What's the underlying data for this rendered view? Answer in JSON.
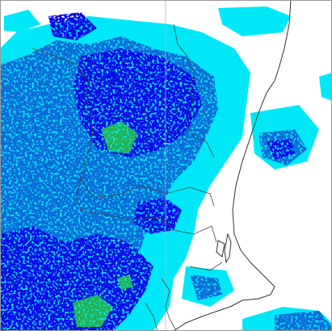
{
  "map": {
    "colors": {
      "background": "#ffffff",
      "light_rain": "#00e8f8",
      "moderate_rain": "#0a6cd8",
      "heavy_rain": "#0a10e6",
      "very_heavy_rain": "#28b050",
      "coastline": "#333333",
      "boundary": "#444444",
      "gridline": "#b0b0b0"
    },
    "layers": [
      "precipitation-radar",
      "coastline",
      "prefecture-boundaries",
      "gridlines"
    ]
  }
}
